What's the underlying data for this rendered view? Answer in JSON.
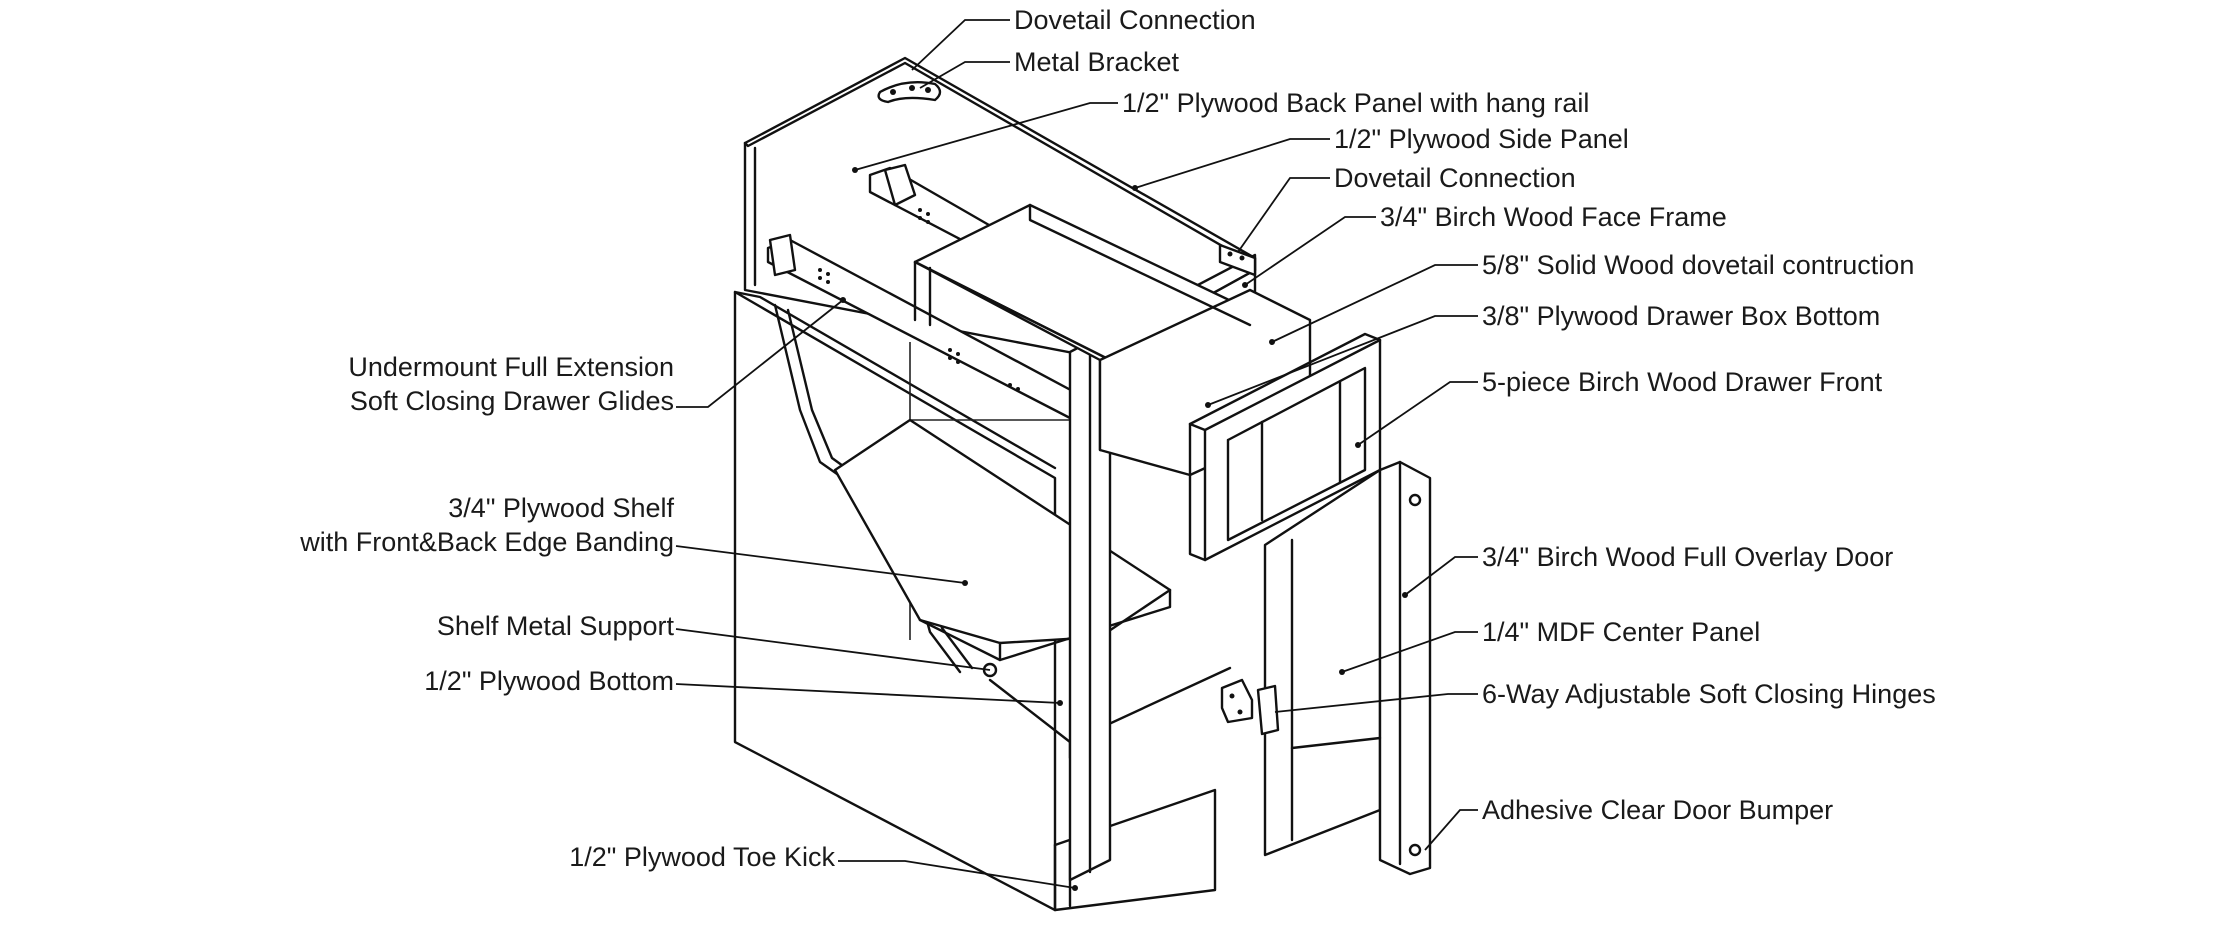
{
  "labels": {
    "dovetail_connection_top": "Dovetail Connection",
    "metal_bracket": "Metal Bracket",
    "back_panel": "1/2\" Plywood Back Panel with hang rail",
    "side_panel": "1/2\" Plywood Side Panel",
    "dovetail_connection_2": "Dovetail Connection",
    "face_frame": "3/4\" Birch Wood Face Frame",
    "dovetail_construction": "5/8\" Solid Wood dovetail contruction",
    "drawer_box_bottom": "3/8\" Plywood Drawer Box Bottom",
    "drawer_front": "5-piece Birch Wood Drawer Front",
    "door": "3/4\" Birch Wood Full Overlay Door",
    "center_panel": "1/4\" MDF Center Panel",
    "hinges": "6-Way Adjustable Soft Closing Hinges",
    "door_bumper": "Adhesive  Clear Door Bumper",
    "drawer_glides_line1": "Undermount Full Extension",
    "drawer_glides_line2": "Soft Closing Drawer Glides",
    "shelf_line1": "3/4\" Plywood Shelf",
    "shelf_line2": "with Front&Back Edge Banding",
    "shelf_support": "Shelf Metal Support",
    "plywood_bottom": "1/2\" Plywood Bottom",
    "toe_kick": "1/2\" Plywood Toe Kick"
  }
}
